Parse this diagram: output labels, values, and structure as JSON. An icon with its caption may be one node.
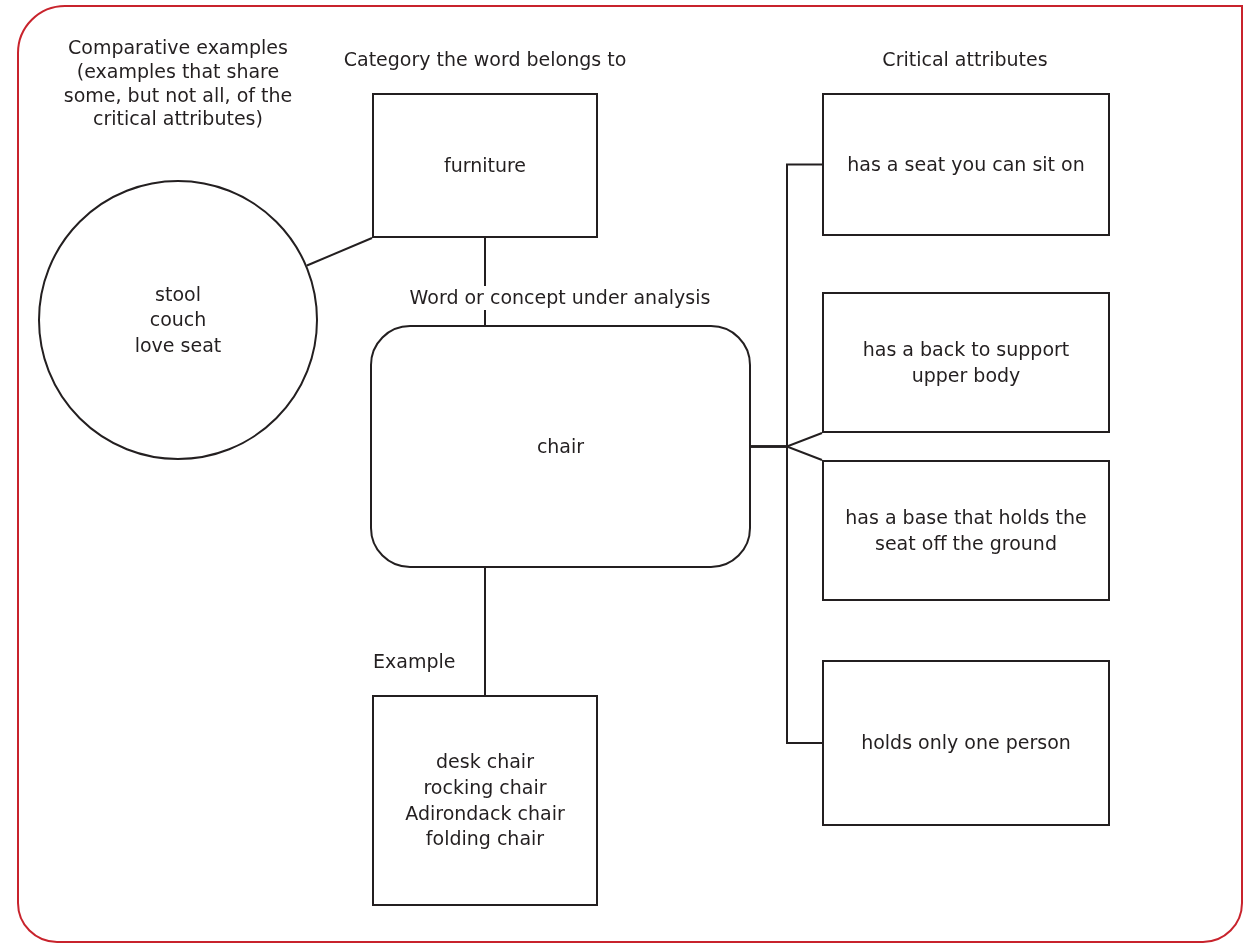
{
  "diagram": {
    "nodes": [
      {
        "text": [
          "furniture"
        ]
      },
      {
        "text": [
          "stool",
          "couch",
          "love seat"
        ]
      },
      {
        "text": [
          "chair"
        ]
      },
      {
        "text": [
          "desk chair",
          "rocking chair",
          "Adirondack chair",
          "folding chair"
        ]
      },
      {
        "text": [
          "has a seat you can sit on"
        ]
      },
      {
        "text": [
          "has a back to support upper body"
        ]
      },
      {
        "text": [
          "has a base that holds the seat off the ground"
        ]
      },
      {
        "text": [
          "holds only one person"
        ]
      }
    ],
    "edges": [
      {
        "from": 0,
        "to": 1,
        "arrow": "none"
      },
      {
        "from": 0,
        "to": 2,
        "arrow": "none"
      },
      {
        "from": 2,
        "to": 3,
        "arrow": "none"
      },
      {
        "from": 2,
        "to": 4,
        "arrow": "none"
      },
      {
        "from": 2,
        "to": 5,
        "arrow": "none"
      },
      {
        "from": 2,
        "to": 6,
        "arrow": "none"
      },
      {
        "from": 2,
        "to": 7,
        "arrow": "none"
      }
    ],
    "labels": [
      "Comparative examples (examples that share some, but not all, of the critical attributes)",
      "Category the word belongs to",
      "Critical attributes",
      "Word or concept under analysis",
      "Example"
    ]
  }
}
